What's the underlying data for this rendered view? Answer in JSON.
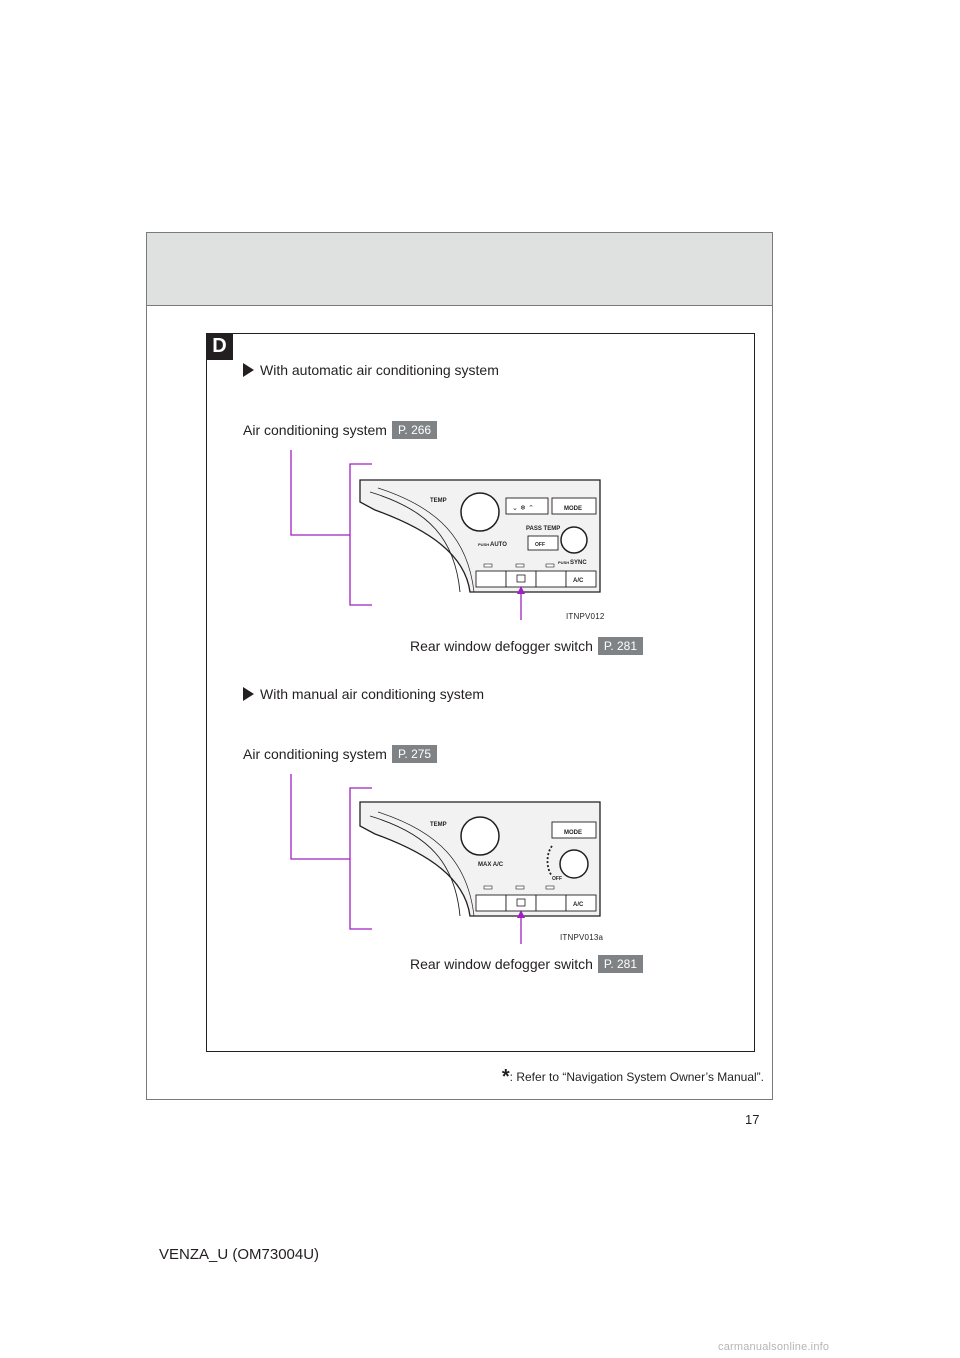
{
  "section": {
    "tab_letter": "D"
  },
  "automatic": {
    "heading": "With automatic air conditioning system",
    "ac_label": "Air conditioning system",
    "ac_ref": "P. 266",
    "defogger_label": "Rear window defogger switch",
    "defogger_ref": "P. 281",
    "figure_code": "ITNPV012",
    "panel_text": {
      "temp": "TEMP",
      "mode": "MODE",
      "pass_temp": "PASS TEMP",
      "off": "OFF",
      "push_auto_small": "PUSH",
      "push_auto": "AUTO",
      "push_sync_small": "PUSH",
      "push_sync": "SYNC",
      "ac": "A/C"
    }
  },
  "manual": {
    "heading": "With manual air conditioning system",
    "ac_label": "Air conditioning system",
    "ac_ref": "P. 275",
    "defogger_label": "Rear window defogger switch",
    "defogger_ref": "P. 281",
    "figure_code": "ITNPV013a",
    "panel_text": {
      "temp": "TEMP",
      "mode": "MODE",
      "max_ac": "MAX A/C",
      "off": "OFF",
      "ac": "A/C"
    }
  },
  "footnote": {
    "star": "*",
    "text": ": Refer to “Navigation System Owner’s Manual”."
  },
  "page_number": "17",
  "doc_code": "VENZA_U (OM73004U)",
  "watermark": "carmanualsonline.info"
}
